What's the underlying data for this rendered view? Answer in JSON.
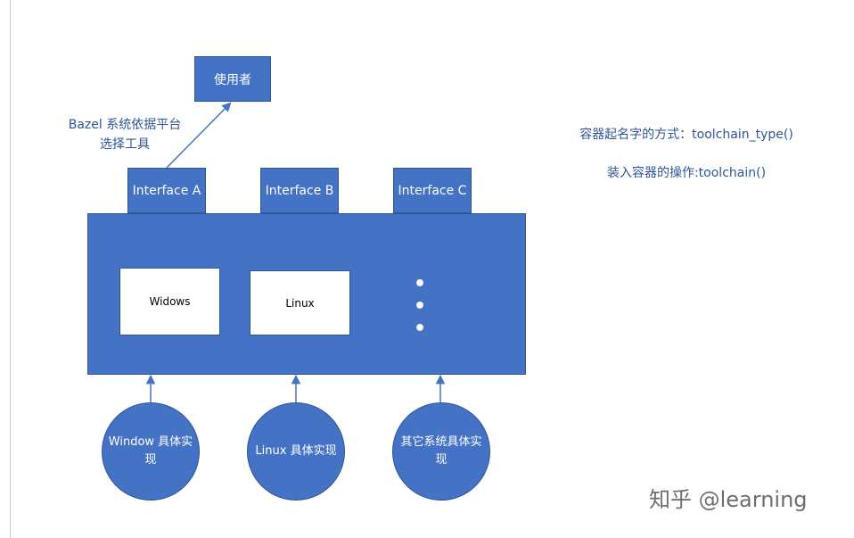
{
  "nodes": {
    "user": "使用者",
    "interfaces": [
      "Interface A",
      "Interface B",
      "Interface C"
    ],
    "implementations": [
      "Widows",
      "Linux"
    ],
    "more_marker": "• • •",
    "platform_impls": [
      "Window 具体实现",
      "Linux 具体实现",
      "其它系统具体实现"
    ]
  },
  "annotations": {
    "platform_select": "Bazel 系统依据平台选择工具",
    "naming": "容器起名字的方式：toolchain_type()",
    "install": "装入容器的操作:toolchain()"
  },
  "watermark": "知乎 @learning",
  "colors": {
    "fill": "#4472c4",
    "border": "#2f5597",
    "text_annotation": "#2f5597"
  }
}
